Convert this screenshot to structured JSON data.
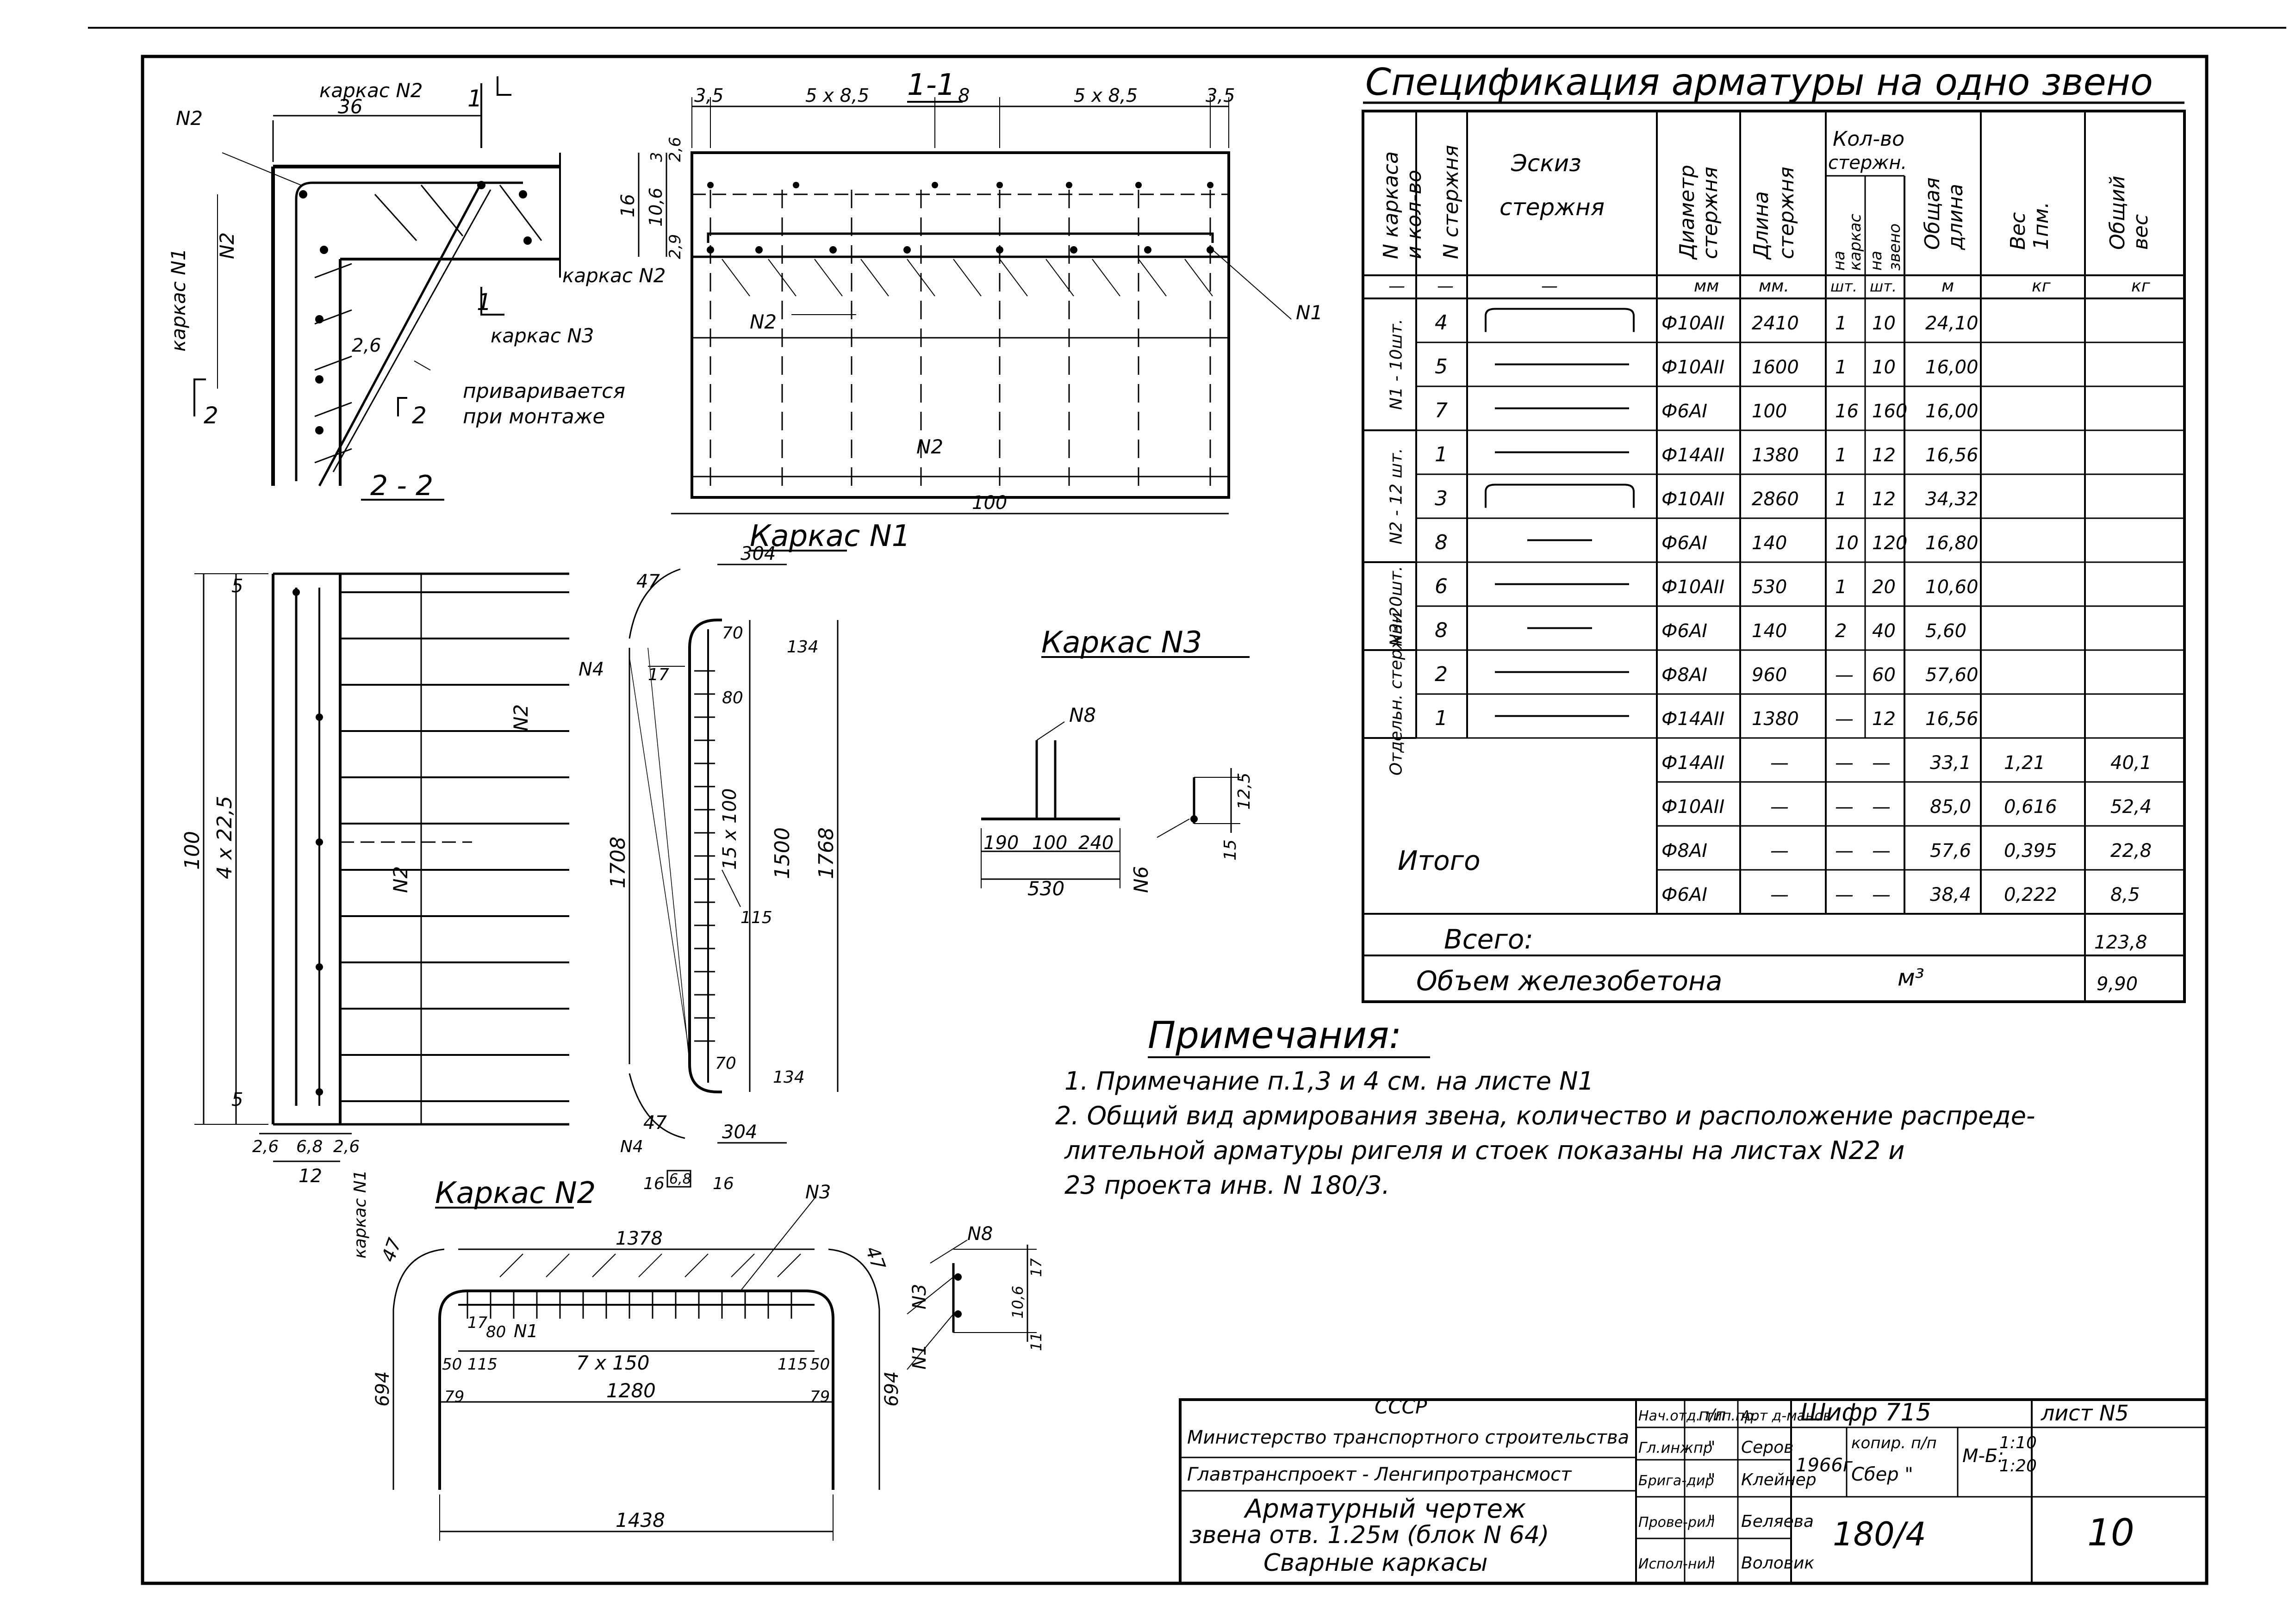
{
  "spec": {
    "title": "Спецификация арматуры на одно звено",
    "headers": {
      "frame_no": [
        "N каркаса",
        "и кол-во"
      ],
      "rod_no": "N стержня",
      "sketch": [
        "Эскиз",
        "стержня"
      ],
      "diameter": [
        "Диаметр",
        "стержня"
      ],
      "length": [
        "Длина",
        "стержня"
      ],
      "count_group": [
        "Кол-во",
        "стержн."
      ],
      "count_frame": [
        "на",
        "каркас"
      ],
      "count_link": [
        "на",
        "звено"
      ],
      "total_len": [
        "Общая",
        "длина"
      ],
      "weight_1m": [
        "Вес",
        "1пм."
      ],
      "total_weight": [
        "Общий",
        "вес"
      ]
    },
    "units": {
      "frame_no": "—",
      "rod_no": "—",
      "sketch": "—",
      "diameter": "мм",
      "length": "мм.",
      "count_frame": "шт.",
      "count_link": "шт.",
      "total_len": "м",
      "weight_1m": "кг",
      "total_weight": "кг"
    },
    "groups": [
      {
        "label": "N1 - 10шт.",
        "rows": [
          0,
          2
        ]
      },
      {
        "label": "N2 - 12 шт.",
        "rows": [
          3,
          5
        ]
      },
      {
        "label": "N3-20шт.",
        "rows": [
          6,
          7
        ]
      },
      {
        "label": "Отдельн. стержни",
        "rows": [
          8,
          9
        ]
      }
    ],
    "rows": [
      {
        "rod": "4",
        "sketch": "bent",
        "diam": "Ф10АII",
        "len": "2410",
        "per_frame": "1",
        "per_link": "10",
        "total": "24,10"
      },
      {
        "rod": "5",
        "sketch": "straight",
        "diam": "Ф10АII",
        "len": "1600",
        "per_frame": "1",
        "per_link": "10",
        "total": "16,00"
      },
      {
        "rod": "7",
        "sketch": "straight",
        "diam": "Ф6АI",
        "len": "100",
        "per_frame": "16",
        "per_link": "160",
        "total": "16,00"
      },
      {
        "rod": "1",
        "sketch": "straight",
        "diam": "Ф14АII",
        "len": "1380",
        "per_frame": "1",
        "per_link": "12",
        "total": "16,56"
      },
      {
        "rod": "3",
        "sketch": "bent",
        "diam": "Ф10АII",
        "len": "2860",
        "per_frame": "1",
        "per_link": "12",
        "total": "34,32"
      },
      {
        "rod": "8",
        "sketch": "short",
        "diam": "Ф6АI",
        "len": "140",
        "per_frame": "10",
        "per_link": "120",
        "total": "16,80"
      },
      {
        "rod": "6",
        "sketch": "straight",
        "diam": "Ф10АII",
        "len": "530",
        "per_frame": "1",
        "per_link": "20",
        "total": "10,60"
      },
      {
        "rod": "8",
        "sketch": "short",
        "diam": "Ф6АI",
        "len": "140",
        "per_frame": "2",
        "per_link": "40",
        "total": "5,60"
      },
      {
        "rod": "2",
        "sketch": "straight",
        "diam": "Ф8АI",
        "len": "960",
        "per_frame": "—",
        "per_link": "60",
        "total": "57,60"
      },
      {
        "rod": "1",
        "sketch": "straight",
        "diam": "Ф14АII",
        "len": "1380",
        "per_frame": "—",
        "per_link": "12",
        "total": "16,56"
      }
    ],
    "totals_label": "Итого",
    "totals": [
      {
        "diam": "Ф14АII",
        "len": "—",
        "a": "—",
        "b": "—",
        "total": "33,1",
        "w1": "1,21",
        "w": "40,1"
      },
      {
        "diam": "Ф10АII",
        "len": "—",
        "a": "—",
        "b": "—",
        "total": "85,0",
        "w1": "0,616",
        "w": "52,4"
      },
      {
        "diam": "Ф8АI",
        "len": "—",
        "a": "—",
        "b": "—",
        "total": "57,6",
        "w1": "0,395",
        "w": "22,8"
      },
      {
        "diam": "Ф6АI",
        "len": "—",
        "a": "—",
        "b": "—",
        "total": "38,4",
        "w1": "0,222",
        "w": "8,5"
      }
    ],
    "all_label": "Всего:",
    "all_value": "123,8",
    "volume_label": "Объем железобетона",
    "volume_unit": "м³",
    "volume_value": "9,90"
  },
  "notes": {
    "title": "Примечания:",
    "lines": [
      "1. Примечание  п.1,3 и 4 см. на листе N1",
      "2. Общий вид армирования звена, количество и расположение распреде-",
      "лительной  арматуры  ригеля  и  стоек  показаны на  листах  N22  и",
      "23 проекта   инв. N 180/3."
    ]
  },
  "stamp": {
    "org1": "СССР",
    "org2": "Министерство транспортного строительства",
    "org3": "Главтранспроект - Ленгипротрансмост",
    "title1": "Арматурный чертеж",
    "title2": "звена отв. 1.25м (блок N 64)",
    "title3": "Сварные каркасы",
    "roles": [
      "Нач.отд. тип.пр.",
      "Гл.инжпр",
      "Брига-дир",
      "Прове-рил",
      "Испол-нил"
    ],
    "marks": [
      "п/п",
      "\"",
      "\"",
      "\"",
      "\""
    ],
    "names": [
      "Арт д-манов",
      "Серов",
      "Клейнер",
      "Беляева",
      "Воловик"
    ],
    "cipher": "Шифр 715",
    "sheet": "лист N5",
    "year": "1966г",
    "copy": "копир. п/п",
    "copier": "Сбер \"",
    "scale_label": "М-Б:",
    "scale1": "1:10",
    "scale2": "1:20",
    "number": "180/4",
    "count": "10"
  },
  "drawings": {
    "top_left": {
      "karkas_n2": "каркас N2",
      "dim36": "36",
      "n2a": "N2",
      "n2b": "N2",
      "karkas_n1": "каркас N1",
      "karkas_n3": "каркас N3",
      "d26": "2,6",
      "sec2a": "2",
      "sec2b": "2",
      "section1": "1",
      "section1b": "1",
      "weld1": "приваривается",
      "weld2": "при монтаже",
      "title": "2 - 2"
    },
    "section11": {
      "title": "1-1",
      "d35a": "3,5",
      "d5x85a": "5 x 8,5",
      "d8": "8",
      "d5x85b": "5 x 8,5",
      "d35b": "3,5",
      "d3": "3",
      "d26": "2,6",
      "d16": "16",
      "d106": "10,6",
      "d29": "2,9",
      "karkas_n2": "каркас N2",
      "n2": "N2",
      "n2b": "N2",
      "n1": "N1",
      "d100": "100"
    },
    "elevation": {
      "d5a": "5",
      "d100": "100",
      "d4x225": "4 x 22,5",
      "d5b": "5",
      "n2a": "N2",
      "n2b": "N2",
      "d26a": "2,6",
      "d68": "6,8",
      "d26b": "2,6",
      "d12": "12",
      "karkas_n1": "каркас N1"
    },
    "karkas1": {
      "title": "Каркас N1",
      "d304a": "304",
      "d47a": "47",
      "d70a": "70",
      "d134a": "134",
      "n4": "N4",
      "d17": "17",
      "d80": "80",
      "d1708": "1708",
      "d15x100": "15 x 100",
      "d1500": "1500",
      "d1768": "1768",
      "d115": "115",
      "d70b": "70",
      "d134b": "134",
      "d47b": "47",
      "n4b": "N4",
      "d304b": "304",
      "d16a": "16",
      "d68": "6,8",
      "d16b": "16"
    },
    "karkas3": {
      "title": "Каркас N3",
      "n8": "N8",
      "d190": "190",
      "d100": "100",
      "d240": "240",
      "d530": "530",
      "n6": "N6",
      "d125": "12,5",
      "d15": "15"
    },
    "karkas2": {
      "title": "Каркас N2",
      "d1378": "1378",
      "n3": "N3",
      "d47a": "47",
      "d47b": "47",
      "d17": "17",
      "d80": "80",
      "n1": "N1",
      "d7x150": "7 x 150",
      "d115a": "115",
      "d115b": "115",
      "d50a": "50",
      "d50b": "50",
      "d79a": "79",
      "d79b": "79",
      "d1280": "1280",
      "d694a": "694",
      "d694b": "694",
      "d1438": "1438",
      "n8": "N8",
      "n3b": "N3",
      "n1b": "N1",
      "d106": "10,6",
      "d17b": "17",
      "d11": "11"
    }
  }
}
